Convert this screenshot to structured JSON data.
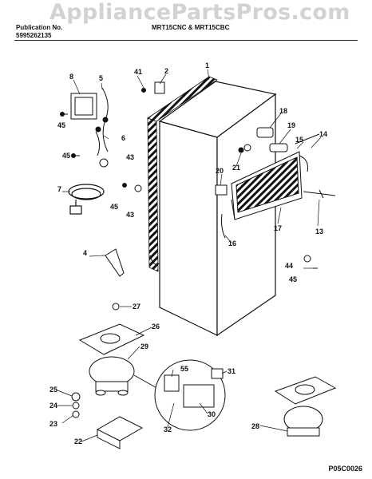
{
  "watermark": "AppliancePartsPros.com",
  "header": {
    "publication_label": "Publication No.",
    "publication_number": "5995262135",
    "models": "MRT15CNC & MRT15CBC"
  },
  "callouts": [
    "1",
    "2",
    "4",
    "5",
    "6",
    "7",
    "8",
    "13",
    "14",
    "15",
    "16",
    "17",
    "18",
    "19",
    "20",
    "21",
    "22",
    "23",
    "24",
    "25",
    "26",
    "27",
    "28",
    "29",
    "30",
    "31",
    "32",
    "41",
    "43",
    "43",
    "44",
    "45",
    "45",
    "45",
    "45",
    "55"
  ],
  "footer": {
    "diagram_code": "P05C0026"
  }
}
